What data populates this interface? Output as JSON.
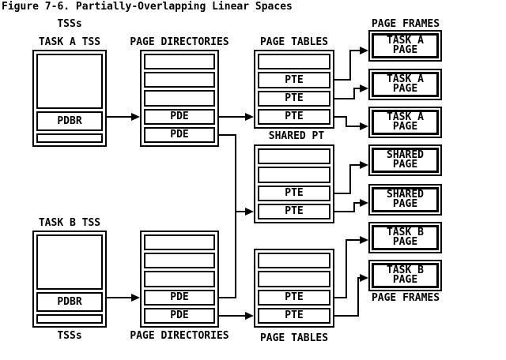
{
  "title": "Figure 7-6. Partially-Overlapping Linear Spaces",
  "colors": {
    "ink": "#000000",
    "paper": "#ffffff"
  },
  "column_labels": {
    "tss_top": "TSSs",
    "tss_bottom": "TSSs",
    "page_directories_top": "PAGE DIRECTORIES",
    "page_directories_bottom": "PAGE DIRECTORIES",
    "page_tables_top": "PAGE TABLES",
    "page_tables_bottom": "PAGE TABLES",
    "page_frames_top": "PAGE FRAMES",
    "page_frames_bottom": "PAGE FRAMES"
  },
  "tss_a": {
    "label": "TASK A TSS",
    "rows": [
      "",
      "PDBR",
      ""
    ]
  },
  "tss_b": {
    "label": "TASK B TSS",
    "rows": [
      "",
      "PDBR",
      ""
    ]
  },
  "page_directory_a": {
    "rows": [
      "",
      "",
      "",
      "PDE",
      "PDE"
    ]
  },
  "page_directory_b": {
    "rows": [
      "",
      "",
      "",
      "PDE",
      "PDE"
    ]
  },
  "page_table_a": {
    "rows": [
      "",
      "PTE",
      "PTE",
      "PTE"
    ]
  },
  "page_table_shared": {
    "label": "SHARED PT",
    "rows": [
      "",
      "",
      "PTE",
      "PTE"
    ]
  },
  "page_table_b": {
    "rows": [
      "",
      "",
      "PTE",
      "PTE"
    ]
  },
  "frames": [
    {
      "line1": "TASK A",
      "line2": "PAGE"
    },
    {
      "line1": "TASK A",
      "line2": "PAGE"
    },
    {
      "line1": "TASK A",
      "line2": "PAGE"
    },
    {
      "line1": "SHARED",
      "line2": "PAGE"
    },
    {
      "line1": "SHARED",
      "line2": "PAGE"
    },
    {
      "line1": "TASK B",
      "line2": "PAGE"
    },
    {
      "line1": "TASK B",
      "line2": "PAGE"
    }
  ]
}
